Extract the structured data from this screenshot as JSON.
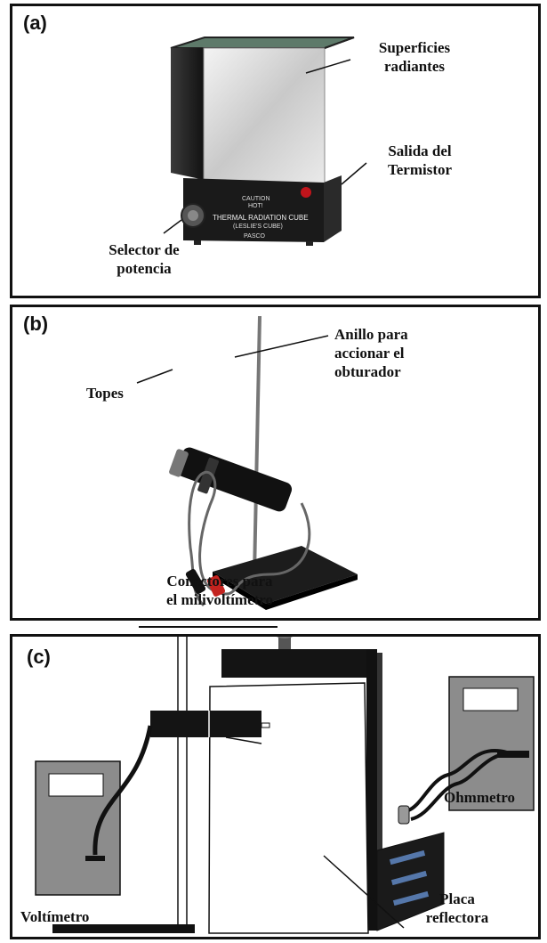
{
  "panel_a": {
    "label": "(a)",
    "superficies": [
      "Superficies",
      "radiantes"
    ],
    "salida": [
      "Salida del",
      "Termistor"
    ],
    "selector": [
      "Selector de",
      "potencia"
    ],
    "device_text": [
      "CAUTION",
      "HOT!",
      "THERMAL RADIATION CUBE",
      "(LESLIE'S CUBE)",
      "PASCO"
    ]
  },
  "panel_b": {
    "label": "(b)",
    "anillo": [
      "Anillo para",
      "accionar el",
      "obturador"
    ],
    "topes": "Topes",
    "conectores": [
      "Conectores para",
      "el milivoltímetro"
    ]
  },
  "panel_c": {
    "label": "(c)",
    "ohmmetro": "Ohmmetro",
    "voltimetro": "Voltímetro",
    "placa": [
      "Placa",
      "reflectora"
    ]
  },
  "colors": {
    "border": "#111111",
    "meter_gray": "#8c8c8c",
    "cube_dark": "#141414"
  }
}
